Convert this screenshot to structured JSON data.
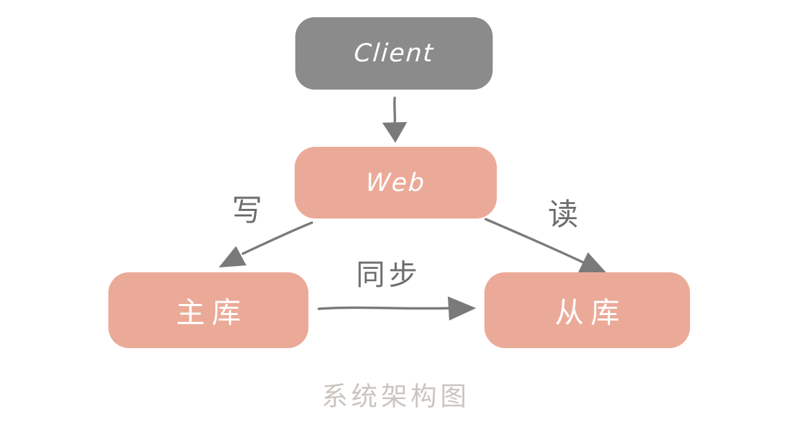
{
  "diagram": {
    "title": "系统架构图",
    "nodes": {
      "client": {
        "label": "Client",
        "fill": "#8b8b8b"
      },
      "web": {
        "label": "Web",
        "fill": "#ebaa98"
      },
      "master": {
        "label": "主库",
        "fill": "#ebaa98"
      },
      "slave": {
        "label": "从库",
        "fill": "#ebaa98"
      }
    },
    "edges": {
      "client_web": {
        "from": "client",
        "to": "web",
        "label": ""
      },
      "web_master": {
        "from": "web",
        "to": "master",
        "label": "写"
      },
      "web_slave": {
        "from": "web",
        "to": "slave",
        "label": "读"
      },
      "master_slave": {
        "from": "master",
        "to": "slave",
        "label": "同步"
      }
    },
    "colors": {
      "arrow": "#7a7a7a",
      "edge_label": "#6e6e6e",
      "title": "#cbc5bf",
      "node_text": "#ffffff",
      "background": "#ffffff"
    }
  }
}
